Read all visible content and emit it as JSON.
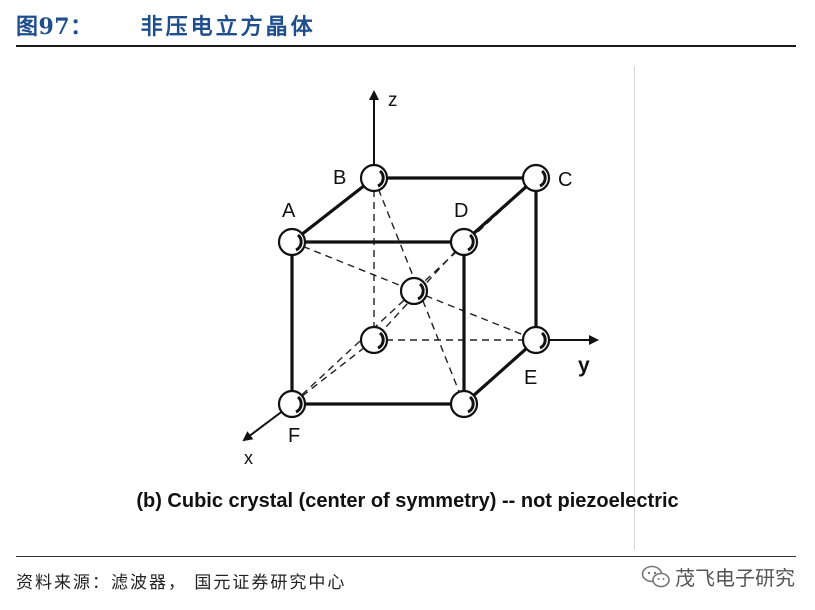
{
  "header": {
    "figure_number": "图97：",
    "title": "非压电立方晶体"
  },
  "diagram": {
    "axes": {
      "x": "x",
      "y": "y",
      "z": "z"
    },
    "atoms": [
      "A",
      "B",
      "C",
      "D",
      "E",
      "F"
    ]
  },
  "caption": "(b) Cubic crystal (center of symmetry) -- not piezoelectric",
  "footer": {
    "source": "资料来源：滤波器， 国元证券研究中心",
    "watermark": "茂飞电子研究",
    "watermark_icon": "wechat-icon"
  },
  "colors": {
    "title": "#1f4e8c"
  }
}
